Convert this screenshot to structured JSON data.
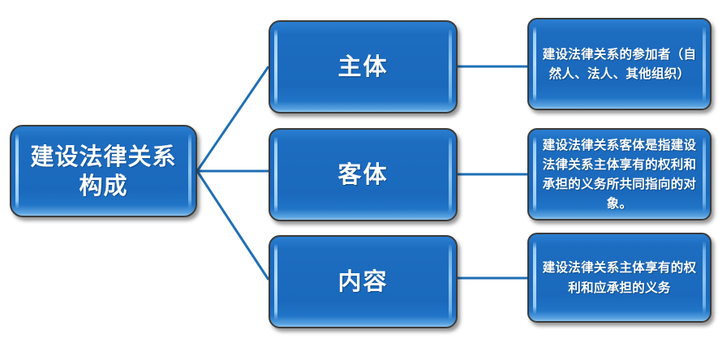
{
  "diagram": {
    "type": "tree-diagram",
    "orientation": "left-to-right",
    "colors": {
      "node_fill": "#1a6dc4",
      "node_fill_light": "#2a7ed0",
      "node_border": "#3b3b3b",
      "node_text": "#ffffff",
      "connector": "#1f6fb5",
      "background": "#ffffff"
    },
    "root": {
      "label": "建设法律关系构成"
    },
    "branches": [
      {
        "category": "主体",
        "detail": "建设法律关系的参加者（自然人、法人、其他组织）"
      },
      {
        "category": "客体",
        "detail": "建设法律关系客体是指建设法律关系主体享有的权利和承担的义务所共同指向的对象。"
      },
      {
        "category": "内容",
        "detail": "建设法律关系主体享有的权利和应承担的义务"
      }
    ]
  }
}
